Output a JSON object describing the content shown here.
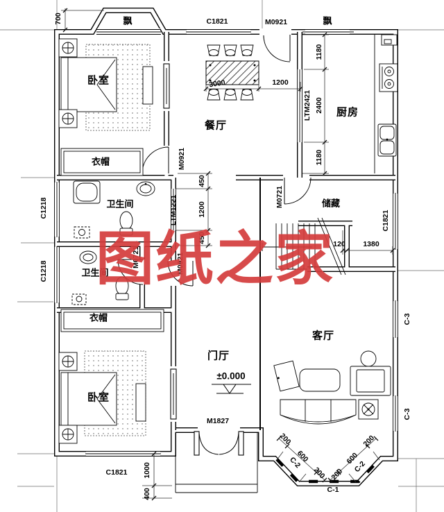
{
  "watermark": {
    "text": "图纸之家"
  },
  "rooms": {
    "bedroom_top": "卧室",
    "dining": "餐厅",
    "kitchen": "厨房",
    "cloak_top": "衣帽",
    "bath_top": "卫生间",
    "bath_bottom": "卫生间",
    "cloak_bottom": "衣帽",
    "bedroom_bottom": "卧室",
    "storage": "储藏",
    "living": "客厅",
    "foyer": "门厅",
    "bay_top_left": "飘",
    "bay_top_right": "飘"
  },
  "codes": {
    "window_top": "C1821",
    "door_top": "M0921",
    "door_cloak": "M0921",
    "door_hall": "M0921",
    "door_bath": "M0721",
    "door_storage": "M0721",
    "window_kitchen": "LTM2421",
    "window_bath": "LTM1221",
    "window_left_upper": "C1218",
    "window_left_lower": "C1218",
    "window_right": "C1821",
    "window_bottom": "C1821",
    "door_entry": "M1827",
    "window_bay_left": "C-2",
    "window_bay_right": "C-2",
    "window_bay_bottom": "C-1",
    "window_living_upper": "C-3",
    "window_living_lower": "C-3"
  },
  "dims": {
    "bay_top": "700",
    "dining_w": "3000",
    "dining_gap": "1200",
    "kitchen": [
      "1180",
      "2400",
      "1180"
    ],
    "hall": [
      "450",
      "1200",
      "450"
    ],
    "storage": [
      "120",
      "1380"
    ],
    "entry_bottom": [
      "1000",
      "400"
    ],
    "bay_left": [
      "200",
      "600",
      "200"
    ],
    "bay_right": [
      "200",
      "600",
      "200"
    ],
    "elevation": "±0.000"
  }
}
